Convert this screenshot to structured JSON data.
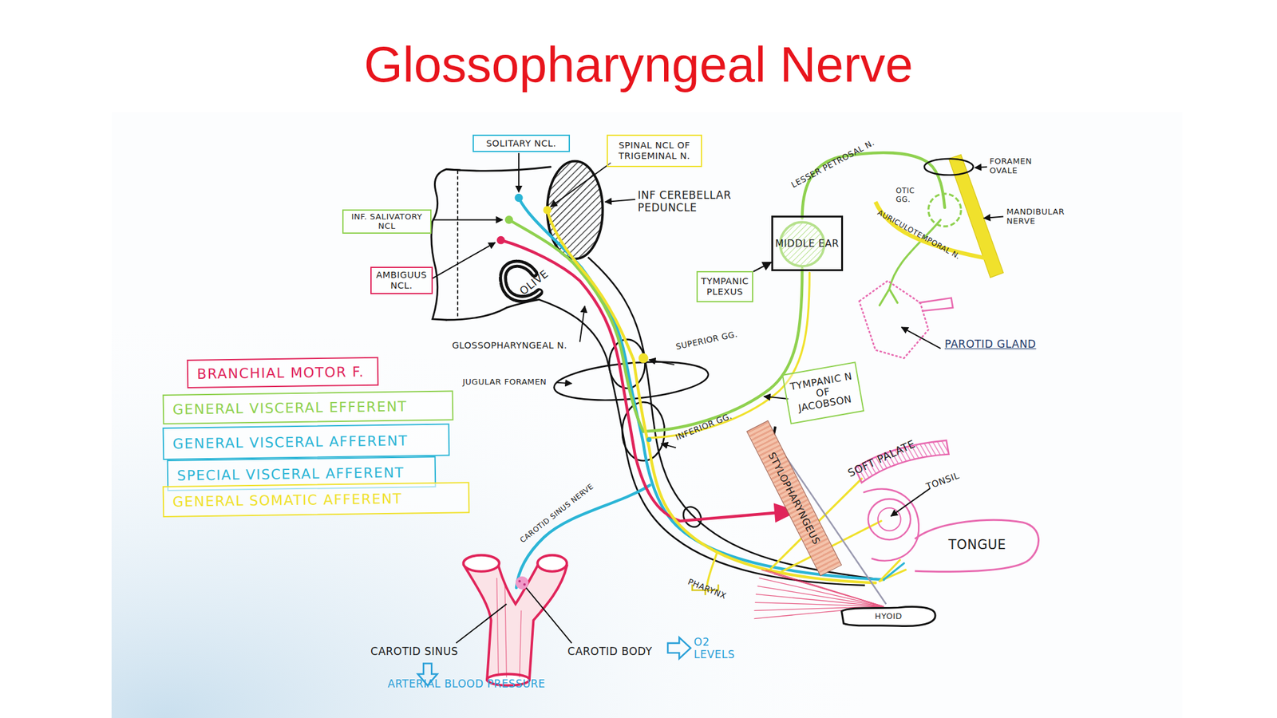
{
  "diagram": {
    "title": "Glossopharyngeal Nerve",
    "nodes": [
      {
        "text": [
          "SOLITARY NCL."
        ]
      },
      {
        "text": [
          "SPINAL NCL OF TRIGEMINAL N."
        ]
      },
      {
        "text": [
          "INF. SALIVATORY NCL"
        ]
      },
      {
        "text": [
          "MIDDLE EAR"
        ]
      },
      {
        "text": [
          "AMBIGUUS NCL."
        ]
      },
      {
        "text": [
          "TYMPANIC PLEXUS"
        ]
      },
      {
        "text": [
          "TYMPANIC N OF JACOBSON"
        ]
      },
      {
        "text": [
          "STYLOPHARYNGEUS"
        ]
      },
      {
        "text": [
          "TONGUE"
        ]
      },
      {
        "text": [
          "HYOID"
        ]
      }
    ],
    "edges": [
      {
        "from": 5,
        "to": 3,
        "arrow": "to"
      }
    ],
    "labels": [
      "INF CEREBELLAR PEDUNCLE",
      "OLIVE",
      "GLOSSOPHARYNGEAL N.",
      "JUGULAR FORAMEN",
      "SUPERIOR GG.",
      "INFERIOR GG.",
      "LESSER PETROSAL N.",
      "OTIC GG.",
      "FORAMEN OVALE",
      "MANDIBULAR NERVE",
      "AURICULOTEMPORAL N.",
      "PAROTID GLAND",
      "SOFT PALATE",
      "TONSIL",
      "PHARYNX",
      "CAROTID SINUS NERVE",
      "CAROTID SINUS",
      "CAROTID BODY",
      "O2 LEVELS",
      "ARTERIAL BLOOD PRESSURE"
    ],
    "legend": [
      {
        "text": "BRANCHIAL MOTOR F.",
        "color": "#e0245a"
      },
      {
        "text": "GENERAL VISCERAL EFFERENT",
        "color": "#8fd14f"
      },
      {
        "text": "GENERAL VISCERAL AFFERENT",
        "color": "#2bb5d6"
      },
      {
        "text": "SPECIAL VISCERAL AFFERENT",
        "color": "#2bb5d6"
      },
      {
        "text": "GENERAL SOMATIC AFFERENT",
        "color": "#f0e12c"
      }
    ]
  }
}
